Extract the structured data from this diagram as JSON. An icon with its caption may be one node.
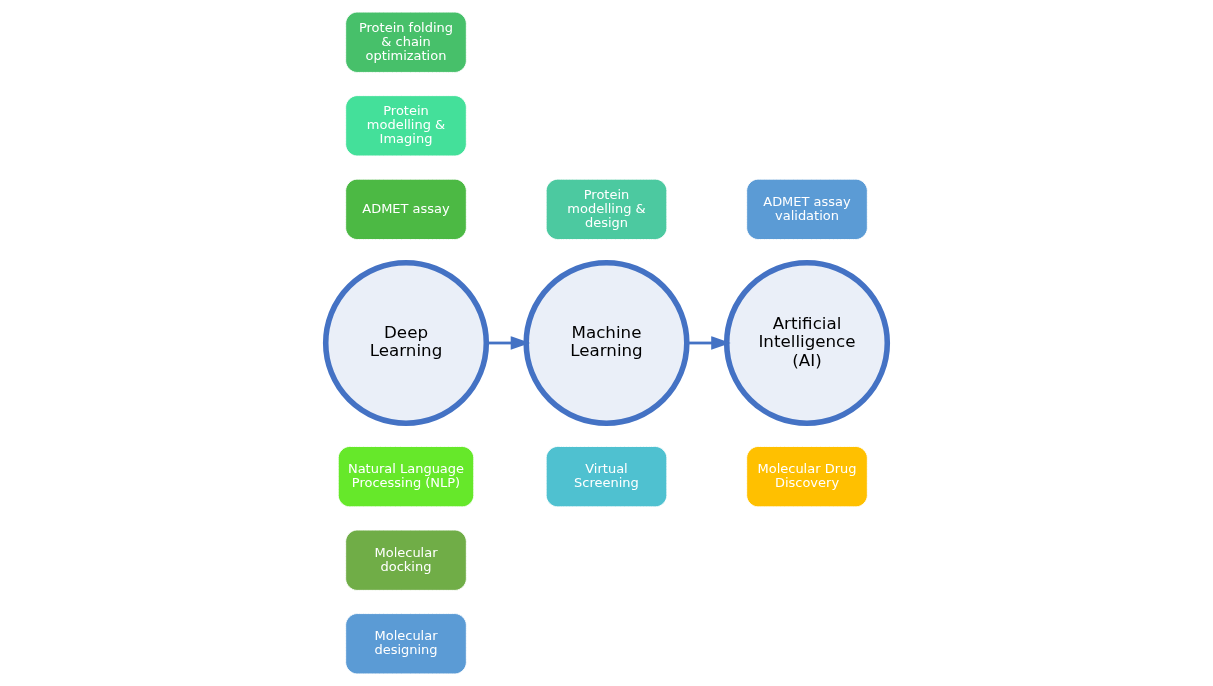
{
  "diagram": {
    "nodes": [
      {
        "text": [
          "Molecular designing"
        ]
      },
      {
        "text": [
          "Molecular Drug Discovery"
        ]
      },
      {
        "text": [
          "Molecular docking"
        ]
      },
      {
        "text": [
          "Virtual Screening"
        ]
      },
      {
        "text": [
          "Natural Language Processing (NLP)"
        ]
      },
      {
        "text": [
          "Deep Learning"
        ]
      },
      {
        "text": [
          "Machine Learning"
        ]
      },
      {
        "text": [
          "Artificial Intelligence (AI)"
        ]
      },
      {
        "text": [
          "Protein modelling & design"
        ]
      },
      {
        "text": [
          "ADMET assay"
        ]
      },
      {
        "text": [
          "Protein modelling & Imaging"
        ]
      },
      {
        "text": [
          "ADMET assay validation"
        ]
      },
      {
        "text": [
          "Protein folding & chain optimization"
        ]
      }
    ],
    "edges": [
      {
        "from": 5,
        "to": 6,
        "arrow": "to"
      },
      {
        "from": 6,
        "to": 7,
        "arrow": "to"
      }
    ]
  }
}
